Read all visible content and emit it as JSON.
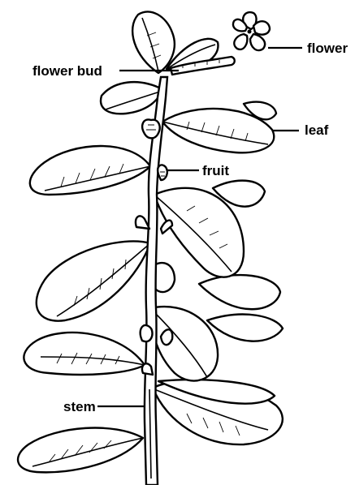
{
  "labels": {
    "flower": "flower",
    "flower_bud": "flower bud",
    "leaf": "leaf",
    "fruit": "fruit",
    "stem": "stem"
  },
  "colors": {
    "ink": "#000000",
    "paper": "#ffffff"
  }
}
